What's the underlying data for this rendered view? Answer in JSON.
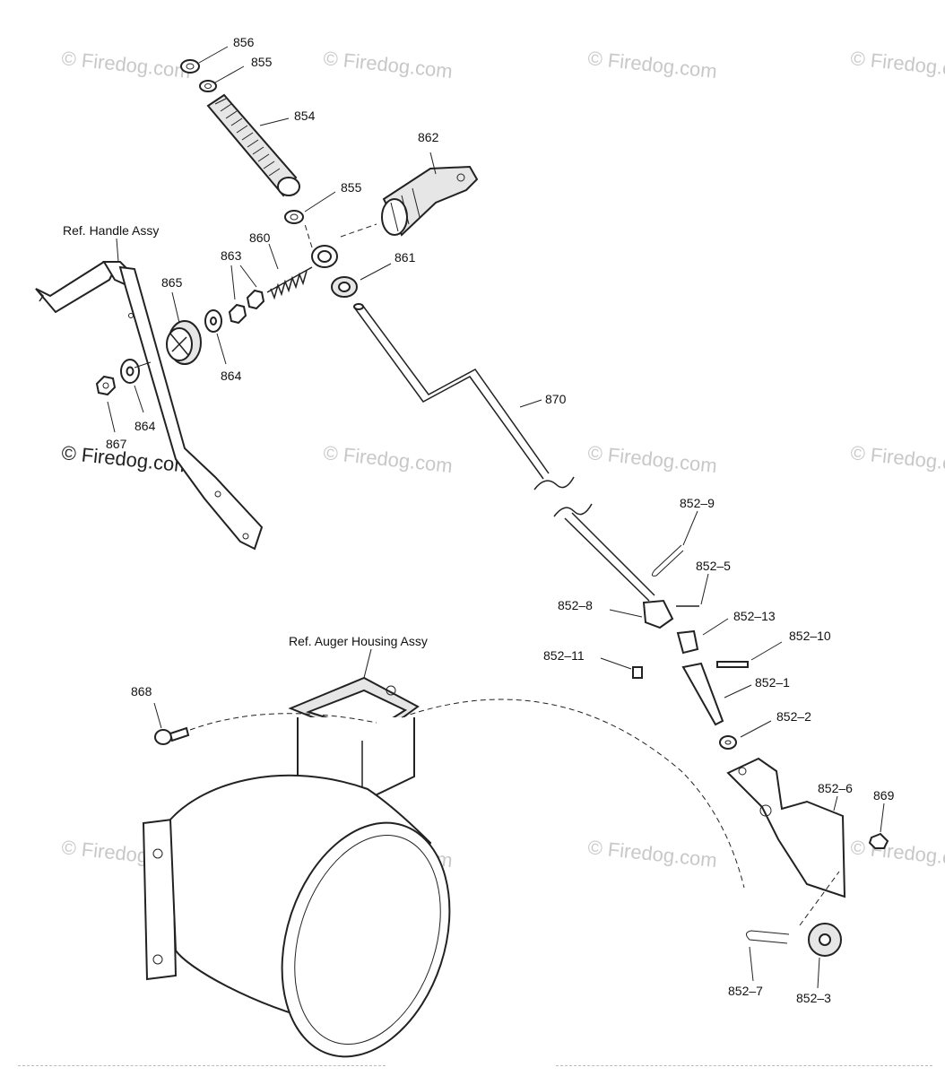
{
  "watermark": "© Firedog.com",
  "references": {
    "handle": "Ref. Handle Assy",
    "auger_housing": "Ref. Auger Housing Assy"
  },
  "callouts": [
    "856",
    "855",
    "854",
    "862",
    "855",
    "860",
    "863",
    "861",
    "865",
    "864",
    "864",
    "867",
    "870",
    "852–9",
    "852–5",
    "852–8",
    "852–13",
    "852–10",
    "852–11",
    "852–1",
    "852–2",
    "868",
    "852–6",
    "869",
    "852–7",
    "852–3"
  ]
}
